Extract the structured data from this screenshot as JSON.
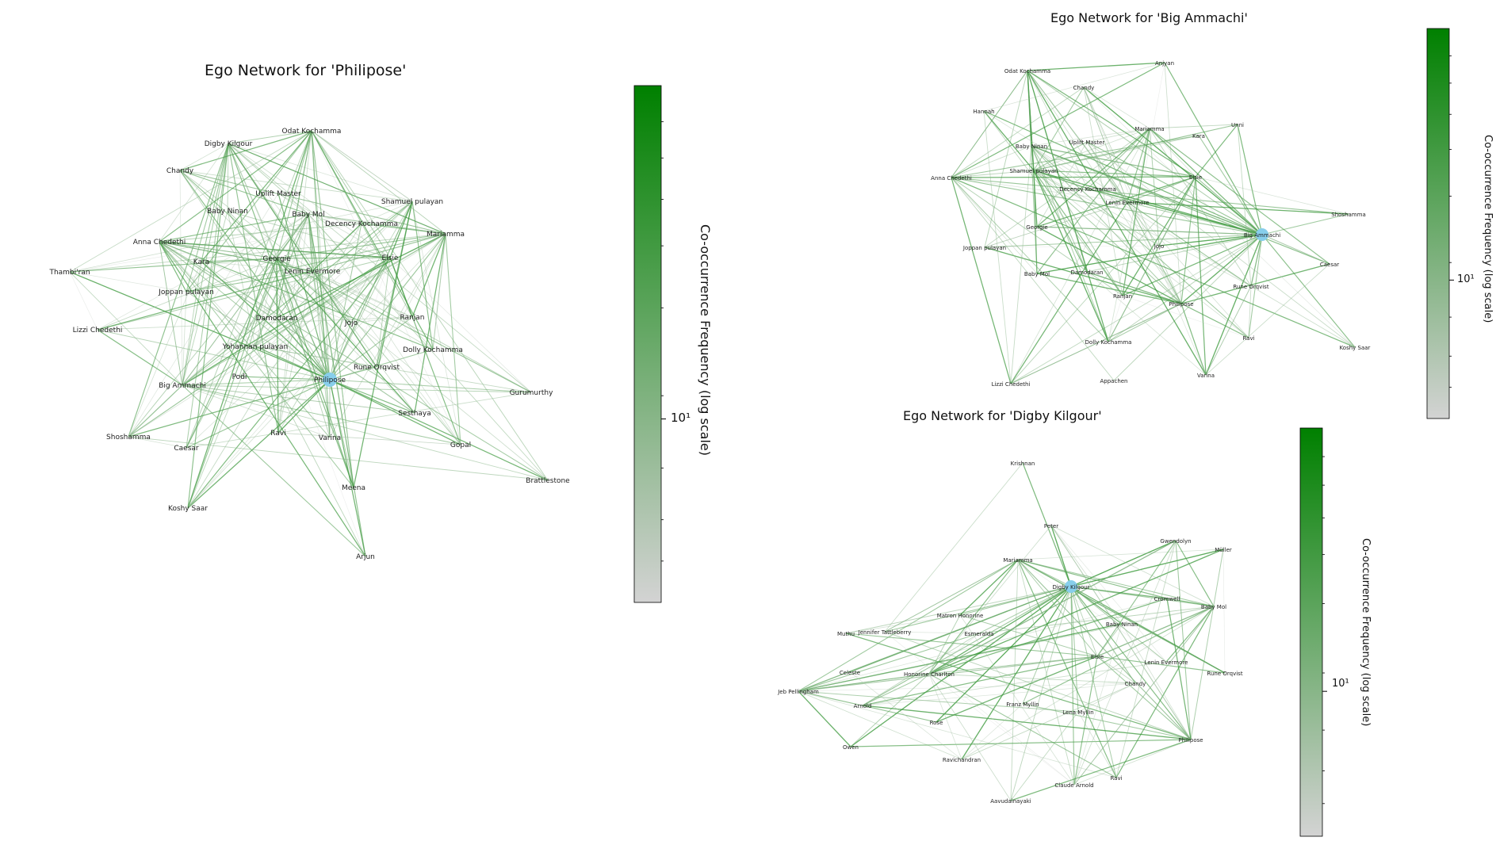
{
  "colors": {
    "ego_node": "#87ceeb",
    "edge_high": "#008000",
    "edge_low": "#d3d3d3",
    "label": "#222222"
  },
  "chart_data": [
    {
      "type": "network",
      "title": "Ego Network for 'Philipose'",
      "ego": "Philipose",
      "colorbar_label": "Co-occurrence Frequency (log scale)",
      "colorbar_tick": "10¹",
      "nodes": [
        "Philipose",
        "Digby Kilgour",
        "Odat Kochamma",
        "Chandy",
        "Uplift Master",
        "Shamuel pulayan",
        "Baby Ninan",
        "Baby Mol",
        "Decency Kochamma",
        "Mariamma",
        "Anna Chedethi",
        "Kara",
        "Georgie",
        "Elsie",
        "Lenin Evermore",
        "Thambi'ran",
        "Joppan pulayan",
        "Damodaran",
        "Jojo",
        "Ranjan",
        "Lizzi Chedethi",
        "Yohannan pulayan",
        "Dolly Kochamma",
        "Rune Orqvist",
        "Podi",
        "Big Ammachi",
        "Gurumurthy",
        "Sesthaya",
        "Shoshamma",
        "Caesar",
        "Ravi",
        "Varina",
        "Gopal",
        "Brattlestone",
        "Meena",
        "Koshy Saar",
        "Arjun"
      ]
    },
    {
      "type": "network",
      "title": "Ego Network for 'Big Ammachi'",
      "ego": "Big Ammachi",
      "colorbar_label": "Co-occurrence Frequency (log scale)",
      "colorbar_tick": "10¹",
      "nodes": [
        "Big Ammachi",
        "Odat Kochamma",
        "Anjyan",
        "Chandy",
        "Hannah",
        "Unni",
        "Mariamma",
        "Kara",
        "Baby Ninan",
        "Uplift Master",
        "Shamuel pulayan",
        "Elsie",
        "Anna Chedethi",
        "Decency Kochamma",
        "Lenin Evermore",
        "Shoshamma",
        "Georgie",
        "Joppan pulayan",
        "Jojo",
        "Caesar",
        "Baby Mol",
        "Damodaran",
        "Rune Orqvist",
        "Ranjan",
        "Philipose",
        "Ravi",
        "Dolly Kochamma",
        "Koshy Saar",
        "Varina",
        "Appachen",
        "Lizzi Chedethi"
      ]
    },
    {
      "type": "network",
      "title": "Ego Network for 'Digby Kilgour'",
      "ego": "Digby Kilgour",
      "colorbar_label": "Co-occurrence Frequency (log scale)",
      "colorbar_tick": "10¹",
      "nodes": [
        "Digby Kilgour",
        "Krishnan",
        "Peter",
        "Gwendolyn",
        "Müller",
        "Mariamma",
        "Cromwell",
        "Baby Mol",
        "Matron Honorine",
        "Baby Ninan",
        "Muthu",
        "Jennifer Tattleberry",
        "Esmeralda",
        "Elsie",
        "Lenin Evermore",
        "Celeste",
        "Honorine Charlton",
        "Rune Orqvist",
        "Chandy",
        "Jeb Pellingham",
        "Arnold",
        "Franz Myllin",
        "Lena Myllin",
        "Rose",
        "Philipose",
        "Owen",
        "Ravichandran",
        "Ravi",
        "Claude Arnold",
        "Aavudainayaki"
      ]
    }
  ]
}
